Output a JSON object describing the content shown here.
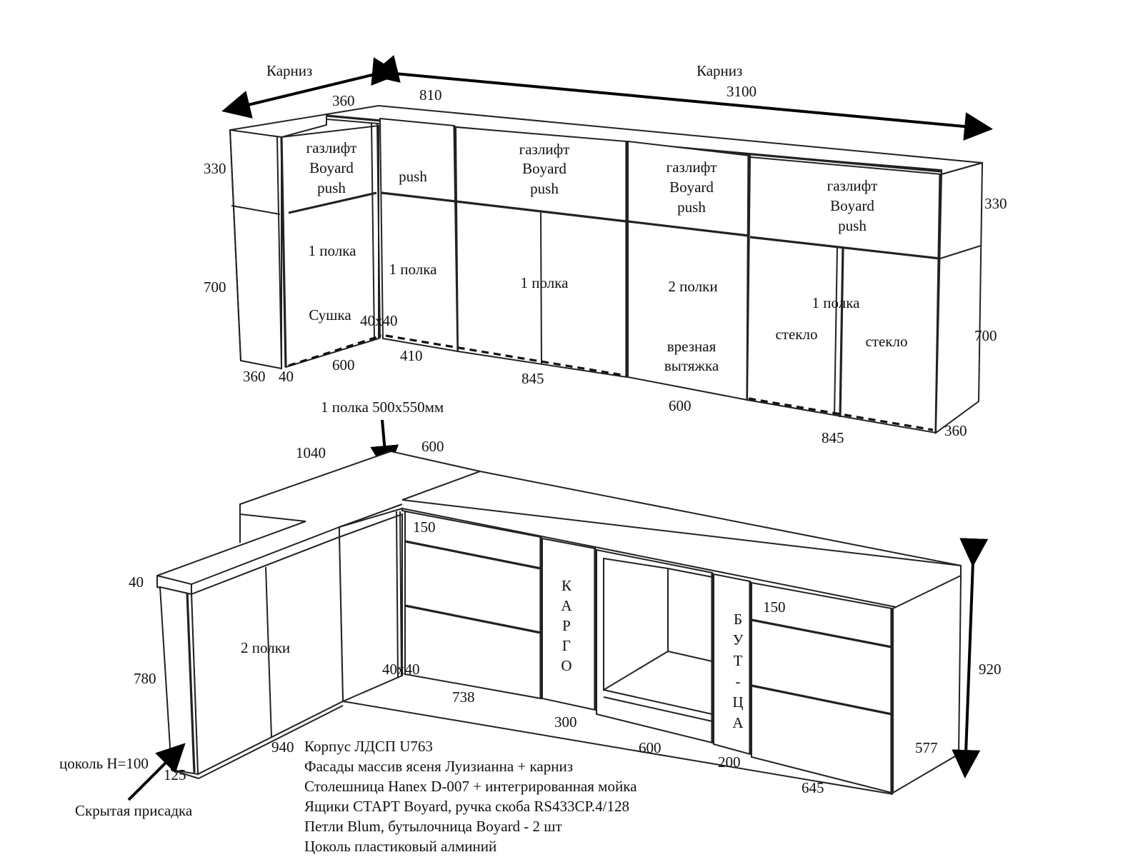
{
  "upper": {
    "cornice_left_label": "Карниз",
    "cornice_right_label": "Карниз",
    "dims": {
      "d360_top": "360",
      "d810": "810",
      "d3100": "3100",
      "d330_left": "330",
      "d700_left": "700",
      "d360_bottom": "360",
      "d40": "40",
      "d600": "600",
      "d40x40": "40x40",
      "d410": "410",
      "d845_a": "845",
      "d600_b": "600",
      "d845_b": "845",
      "d360_right": "360",
      "d330_right": "330",
      "d700_right": "700"
    },
    "cabinets": {
      "c1_top_line1": "газлифт",
      "c1_top_line2": "Boyard",
      "c1_top_line3": "push",
      "c1_shelf": "1 полка",
      "c1_dryer": "Сушка",
      "c2_top": "push",
      "c2_shelf": "1 полка",
      "c3_top_line1": "газлифт",
      "c3_top_line2": "Boyard",
      "c3_top_line3": "push",
      "c3_shelf": "1 полка",
      "c4_top_line1": "газлифт",
      "c4_top_line2": "Boyard",
      "c4_top_line3": "push",
      "c4_shelves": "2 полки",
      "c4_hood_line1": "врезная",
      "c4_hood_line2": "вытяжка",
      "c5_top_line1": "газлифт",
      "c5_top_line2": "Boyard",
      "c5_top_line3": "push",
      "c5_shelf": "1 полка",
      "c5_glass_left": "стекло",
      "c5_glass_right": "стекло"
    }
  },
  "lower": {
    "shelf_note": "1 полка 500х550мм",
    "dims": {
      "d1040": "1040",
      "d600_top": "600",
      "d40": "40",
      "d780": "780",
      "d125": "125",
      "d940": "940",
      "d150_a": "150",
      "d40x40": "40x40",
      "d738": "738",
      "d300": "300",
      "d600_oven": "600",
      "d200": "200",
      "d150_b": "150",
      "d645": "645",
      "d577": "577",
      "d920": "920"
    },
    "peninsula_shelves": "2 полки",
    "cargo_letters": [
      "К",
      "А",
      "Р",
      "Г",
      "О"
    ],
    "bottle_letters": [
      "Б",
      "У",
      "Т",
      "-",
      "Ц",
      "А"
    ],
    "plinth_label": "цоколь Н=100",
    "hidden_fitting_label": "Скрытая присадка"
  },
  "specs": [
    "Корпус ЛДСП U763",
    "Фасады массив ясеня Луизианна + карниз",
    "Столешница Hanex D-007 + интегрированная мойка",
    "Ящики СТАРТ Boyard, ручка скоба RS433CP.4/128",
    "Петли Blum, бутылочница Boyard - 2 шт",
    "Цоколь пластиковый алминий"
  ]
}
